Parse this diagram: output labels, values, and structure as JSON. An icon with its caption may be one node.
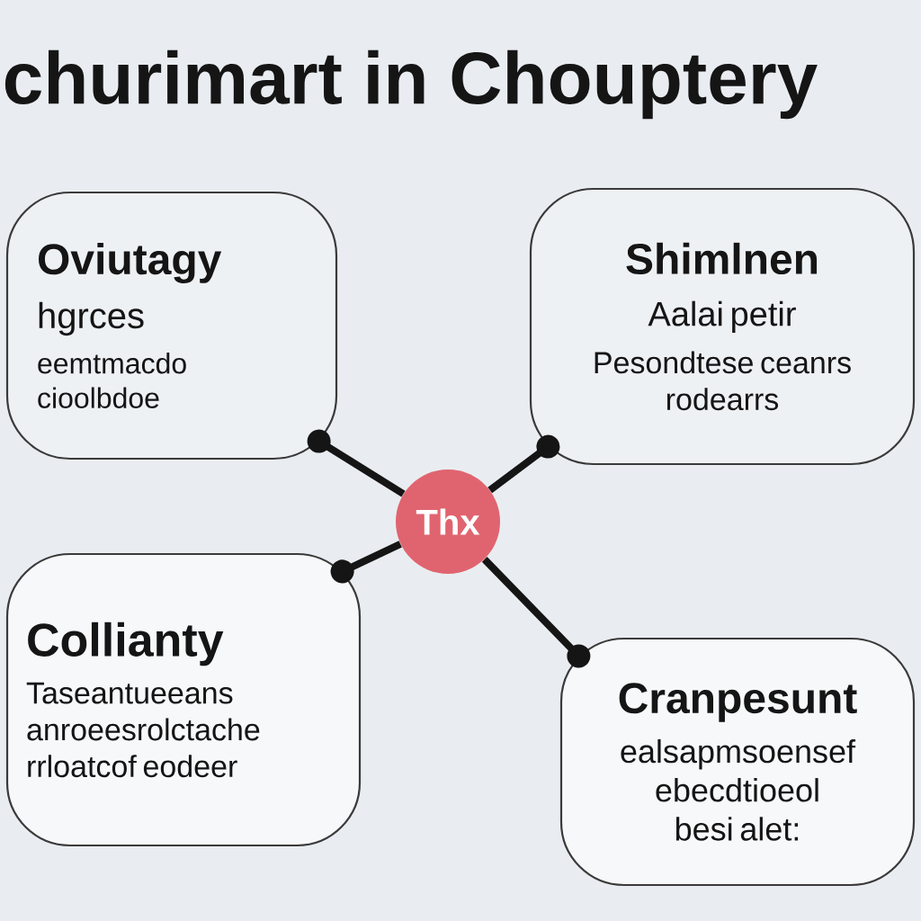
{
  "diagram": {
    "title": "churimart in Chouptery",
    "nodes": [
      {
        "text": [
          "Oviutagy",
          "hgrces",
          "eemtmacdo cioolbdoe"
        ]
      },
      {
        "text": [
          "Shimlnen",
          "Aalai petir",
          "Pesondtese ceanrs rodearrs"
        ]
      },
      {
        "text": [
          "Collianty",
          "Taseantueeans anroeesrolctache rrloatcof eodeer"
        ]
      },
      {
        "text": [
          "Cranpesunt",
          "ealsapmsoensef ebecdtioeol besi alet:"
        ]
      },
      {
        "text": [
          "Thx"
        ]
      }
    ],
    "edges": [
      {
        "from": 4,
        "to": 0,
        "arrow": "other"
      },
      {
        "from": 4,
        "to": 1,
        "arrow": "other"
      },
      {
        "from": 4,
        "to": 2,
        "arrow": "other"
      },
      {
        "from": 4,
        "to": 3,
        "arrow": "other"
      }
    ]
  }
}
